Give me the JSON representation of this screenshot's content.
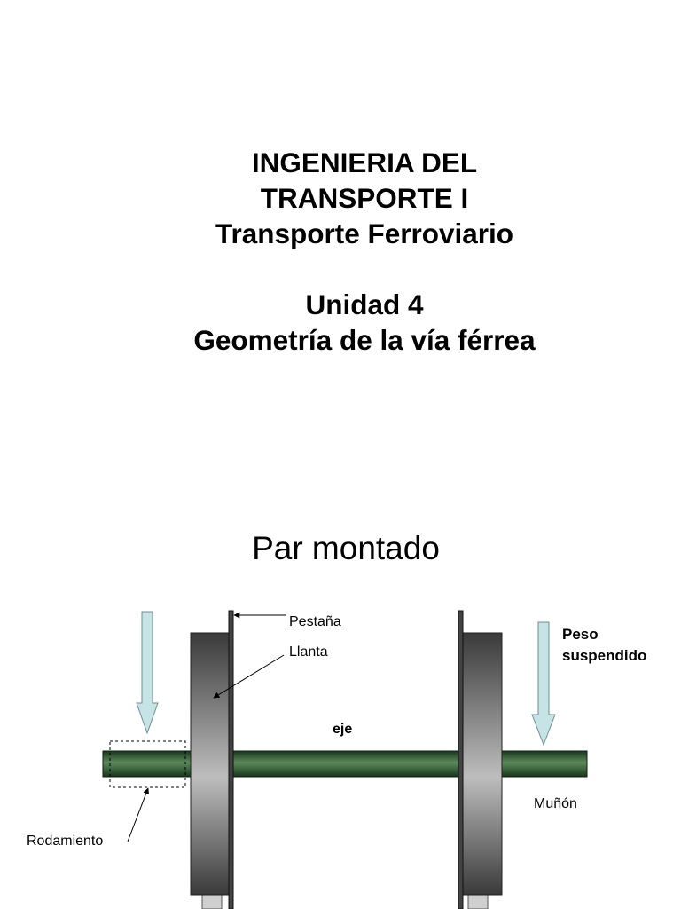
{
  "slide1": {
    "title_lines": [
      "INGENIERIA DEL",
      "TRANSPORTE I",
      "Transporte Ferroviario"
    ],
    "subtitle_lines": [
      "Unidad 4",
      "Geometría de la vía férrea"
    ]
  },
  "slide2": {
    "title": "Par montado",
    "labels": {
      "pestana": "Pestaña",
      "llanta": "Llanta",
      "eje": "eje",
      "peso_line1": "Peso",
      "peso_line2": "suspendido",
      "munon": "Muñón",
      "rodamiento": "Rodamiento"
    },
    "colors": {
      "axle": "#2d5a2d",
      "arrow_fill": "#c6e4e6",
      "wheel": "#8a8a8a",
      "flange": "#444444"
    }
  }
}
